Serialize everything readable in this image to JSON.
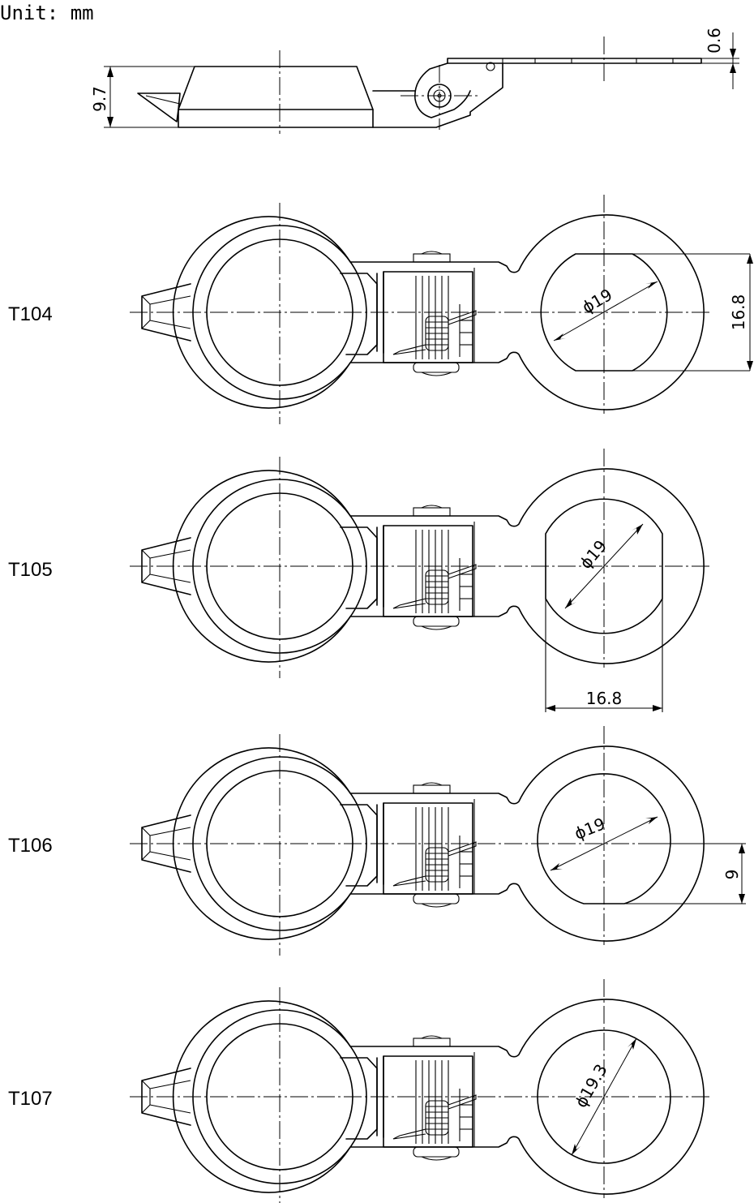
{
  "unit_label": "Unit: mm",
  "side_view": {
    "height_dim": "9.7",
    "thickness_dim": "0.6"
  },
  "models": [
    {
      "name": "T104",
      "dims": [
        {
          "kind": "diameter",
          "text": "ϕ19"
        },
        {
          "kind": "vertical",
          "text": "16.8"
        }
      ]
    },
    {
      "name": "T105",
      "dims": [
        {
          "kind": "diameter",
          "text": "ϕ19"
        },
        {
          "kind": "horizontal",
          "text": "16.8"
        }
      ]
    },
    {
      "name": "T106",
      "dims": [
        {
          "kind": "diameter",
          "text": "ϕ19"
        },
        {
          "kind": "vertical",
          "text": "9"
        }
      ]
    },
    {
      "name": "T107",
      "dims": [
        {
          "kind": "diameter",
          "text": "ϕ19.3"
        }
      ]
    }
  ]
}
